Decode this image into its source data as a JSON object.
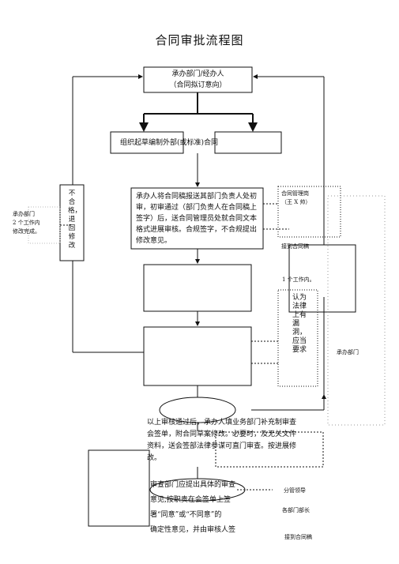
{
  "title": "合同审批流程图",
  "top_box": {
    "line1": "承办部门/经办人",
    "line2": "（合同拟订意向）"
  },
  "draft_box": {
    "label": "组织起草编制外部(或标准)合同"
  },
  "submit_box": {
    "text": "承办人将合同稿报送其部门负责人处初审，初审通过（部门负责人在合同稿上签字）后，送合同管理员处就合同文本格式进展审核。合规签字，不合规提出修改意见。"
  },
  "reject_label": "不合格，退回修改",
  "left_note": {
    "line1": "承办部门",
    "line2": "2 个工作内",
    "line3": "修改完成。"
  },
  "contract_admin_note": {
    "line1": "合同管理岗",
    "line2": "（王 X 帅）"
  },
  "receive_note": "接到合同稿",
  "workday_note": "1 个工作内。",
  "legal_note": "认为法律上有漏洞，应当要求",
  "dept_right_note": "承办部门",
  "ellipse_text": "以上审核通过后，承办人填业务部门补充制审查会签单，附合同草案修改。必要时，及无关文件资料，送会签部法律参谋可直门审查。按进展修改。",
  "bottom_text": {
    "line1": "审查部门应提出具体的审查",
    "line2": "意见,按职责在会签单上签",
    "line3": "署“同意”或“不同意”的",
    "line4": "确定性意见，并由审核人签"
  },
  "leader_notes": {
    "line1": "分管领导",
    "line2": "各部门部长",
    "line3": "接到合同稿"
  }
}
